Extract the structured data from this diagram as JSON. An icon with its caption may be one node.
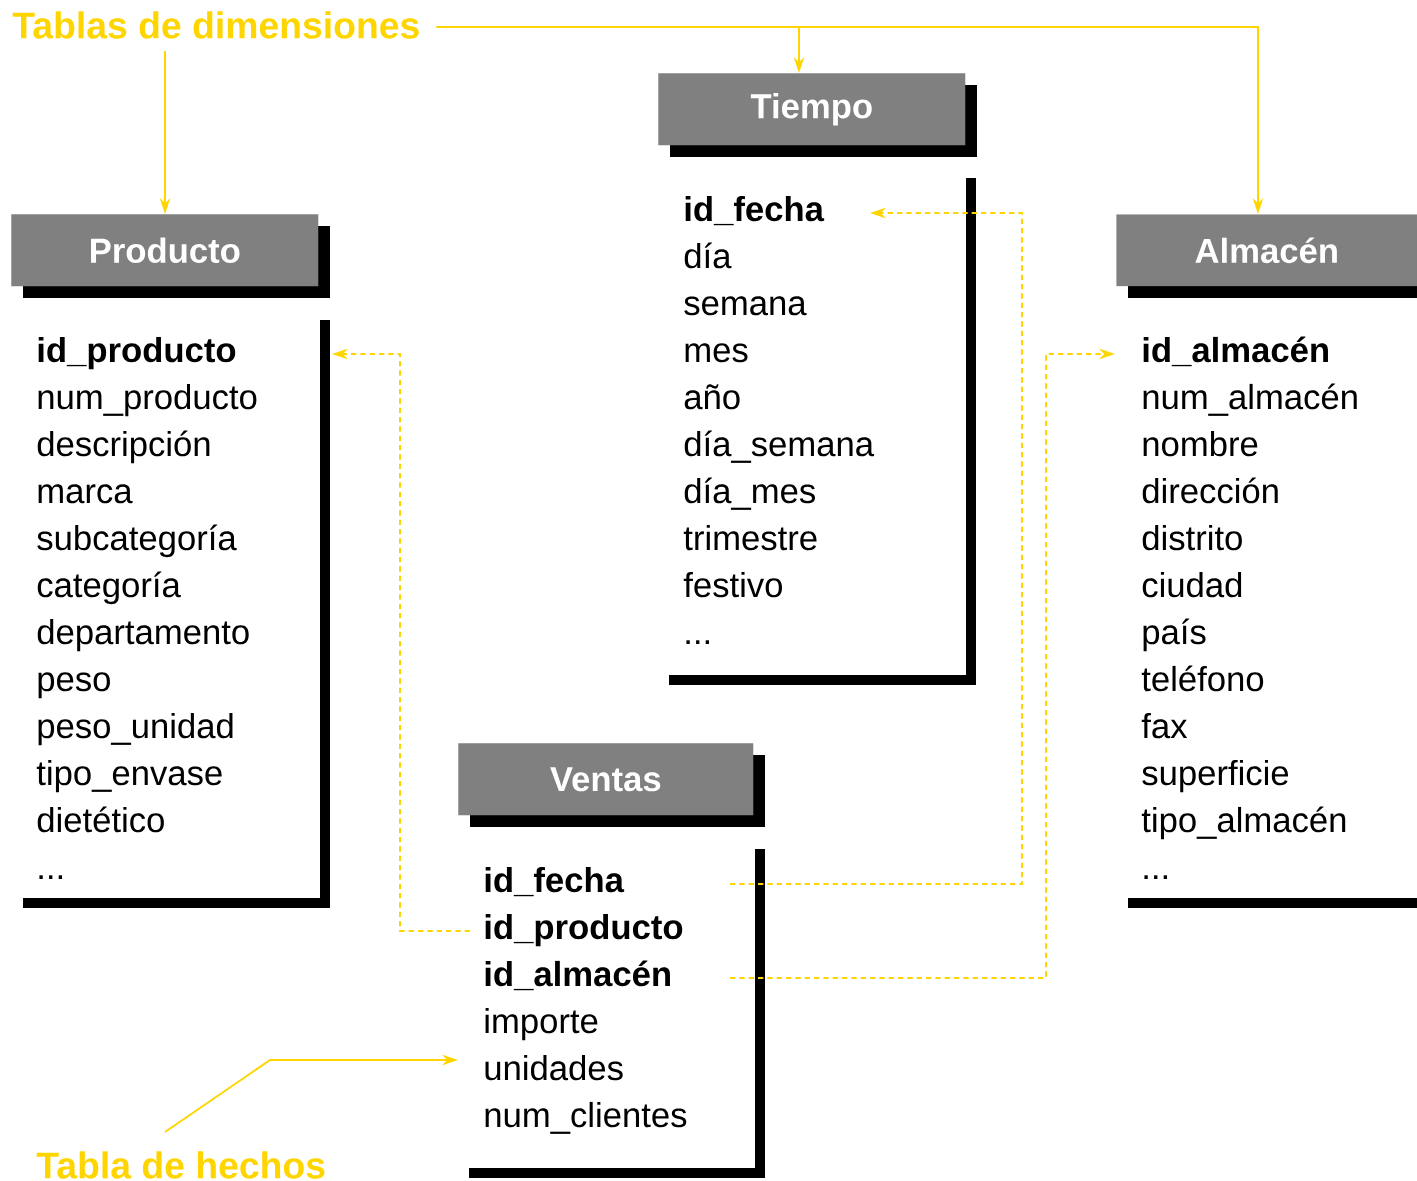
{
  "diagram": {
    "nodes": [
      {
        "text": [
          "Tablas de dimensiones"
        ]
      },
      {
        "text": [
          "Tiempo",
          "**id_fecha**",
          "día",
          "semana",
          "mes",
          "año",
          "día_semana",
          "día_mes",
          "trimestre",
          "festivo",
          "..."
        ]
      },
      {
        "text": [
          "Producto",
          "**id_producto**",
          "num_producto",
          "descripción",
          "marca",
          "subcategoría",
          "categoría",
          "departamento",
          "peso",
          "peso_unidad",
          "tipo_envase",
          "dietético",
          "..."
        ]
      },
      {
        "text": [
          "Almacén",
          "**id_almacén**",
          "num_almacén",
          "nombre",
          "dirección",
          "distrito",
          "ciudad",
          "país",
          "teléfono",
          "fax",
          "superficie",
          "tipo_almacén",
          "..."
        ]
      },
      {
        "text": [
          "Ventas",
          "**id_fecha**",
          "**id_producto**",
          "**id_almacén**",
          "importe",
          "unidades",
          "num_clientes"
        ]
      },
      {
        "text": [
          "Tabla de hechos"
        ]
      }
    ],
    "edges": [
      {
        "from": 0,
        "to": 1,
        "arrow": "to"
      },
      {
        "from": 0,
        "to": 2,
        "arrow": "to"
      },
      {
        "from": 0,
        "to": 3,
        "arrow": "to"
      },
      {
        "from": 4,
        "to": 1,
        "arrow": "to",
        "style": "dashed"
      },
      {
        "from": 4,
        "to": 2,
        "arrow": "to",
        "style": "dashed"
      },
      {
        "from": 4,
        "to": 3,
        "arrow": "to",
        "style": "dashed"
      },
      {
        "from": 5,
        "to": 4,
        "arrow": "to"
      }
    ]
  }
}
